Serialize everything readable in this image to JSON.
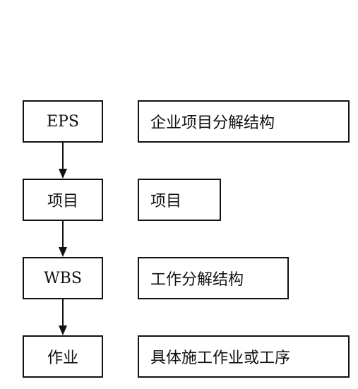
{
  "levels": [
    {
      "left": "EPS",
      "right": "企业项目分解结构"
    },
    {
      "left": "项目",
      "right": "项目"
    },
    {
      "left": "WBS",
      "right": "工作分解结构"
    },
    {
      "left": "作业",
      "right": "具体施工作业或工序"
    }
  ]
}
